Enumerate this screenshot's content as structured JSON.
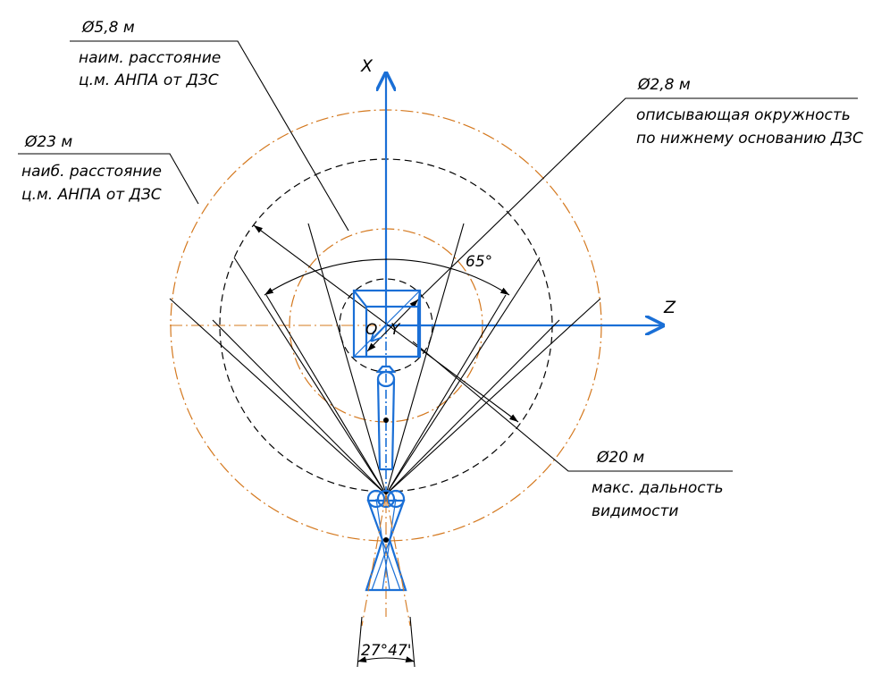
{
  "axes": {
    "x_label": "X",
    "z_label": "Z",
    "origin_label": "O",
    "y_label": "Y"
  },
  "annotations": {
    "d58": {
      "title": "Ø5,8 м",
      "line1": "наим. расстояние",
      "line2": "ц.м. АНПА от ДЗС"
    },
    "d23": {
      "title": "Ø23 м",
      "line1": "наиб. расстояние",
      "line2": "ц.м. АНПА от ДЗС"
    },
    "d28": {
      "title": "Ø2,8 м",
      "line1": "описывающая окружность",
      "line2": "по нижнему основанию ДЗС"
    },
    "d20": {
      "title": "Ø20 м",
      "line1": "макс. дальность",
      "line2": "видимости"
    }
  },
  "angles": {
    "fov_angle": "65°",
    "cone_angle": "27°47'"
  },
  "colors": {
    "blue": "#1a6fd6",
    "orange": "#d4781e",
    "black": "#000000"
  }
}
